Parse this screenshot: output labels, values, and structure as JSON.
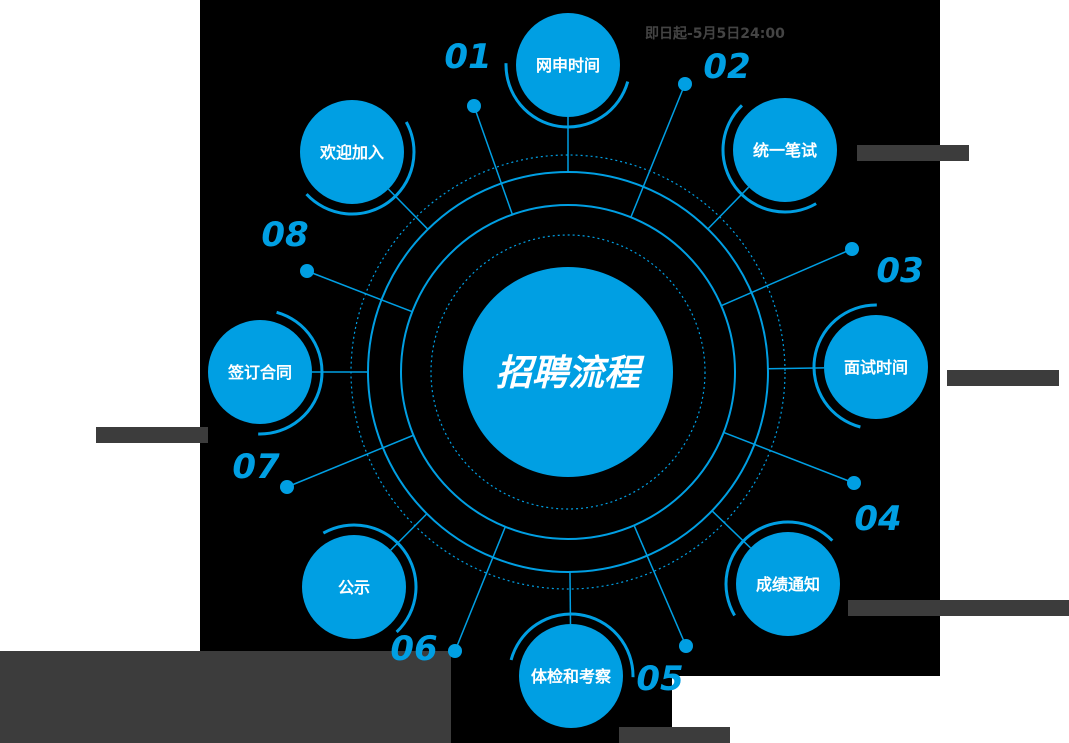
{
  "center_title": "招聘流程",
  "accent_color": "#009fe3",
  "steps": [
    {
      "num": "01",
      "label": "网申时间"
    },
    {
      "num": "02",
      "label": "统一笔试"
    },
    {
      "num": "03",
      "label": "面试时间"
    },
    {
      "num": "04",
      "label": "成绩通知"
    },
    {
      "num": "05",
      "label": "体检和考察"
    },
    {
      "num": "06",
      "label": "公示"
    },
    {
      "num": "07",
      "label": "签订合同"
    },
    {
      "num": "08",
      "label": "欢迎加入"
    }
  ],
  "date_note": "即日起-5月5日24:00"
}
